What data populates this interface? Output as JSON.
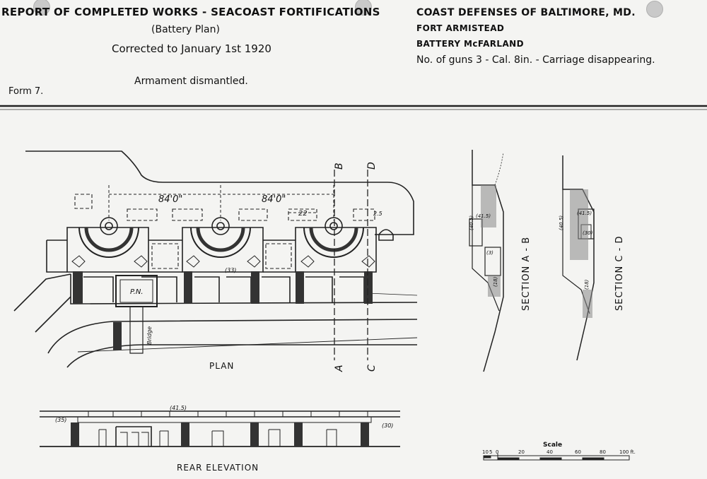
{
  "header": {
    "title": "REPORT OF COMPLETED WORKS - SEACOAST FORTIFICATIONS",
    "subtitle": "(Battery Plan)",
    "corrected": "Corrected to January 1st 1920",
    "status": "Armament dismantled.",
    "form": "Form 7."
  },
  "info": {
    "defenses": "COAST DEFENSES OF BALTIMORE, MD.",
    "fort": "FORT ARMISTEAD",
    "battery": "BATTERY McFARLAND",
    "guns": "No. of guns 3 - Cal. 8in. - Carriage disappearing."
  },
  "plan": {
    "label": "PLAN",
    "dim_left": "84'0\"",
    "dim_right": "84'0\"",
    "dim_small": "22",
    "dim_small2": "2.5",
    "pn": "P.N.",
    "bridge": "Bridge",
    "elev_33": "(33)",
    "section_a": "A",
    "section_b": "B",
    "section_c": "C",
    "section_d": "D"
  },
  "sections": {
    "ab_label": "SECTION A - B",
    "cd_label": "SECTION C - D",
    "ab_elevs": [
      "(41.5)",
      "(40.5)",
      "(3)",
      "(18)"
    ],
    "cd_elevs": [
      "(41.5)",
      "(40.5)",
      "(30)",
      "(18)"
    ]
  },
  "elevation": {
    "label": "REAR ELEVATION",
    "top": "(41.5)",
    "left": "(35)",
    "right": "(30)"
  },
  "scale": {
    "label": "Scale",
    "ticks": [
      "10",
      "5",
      "0",
      "20",
      "40",
      "60",
      "80",
      "100 ft."
    ]
  }
}
